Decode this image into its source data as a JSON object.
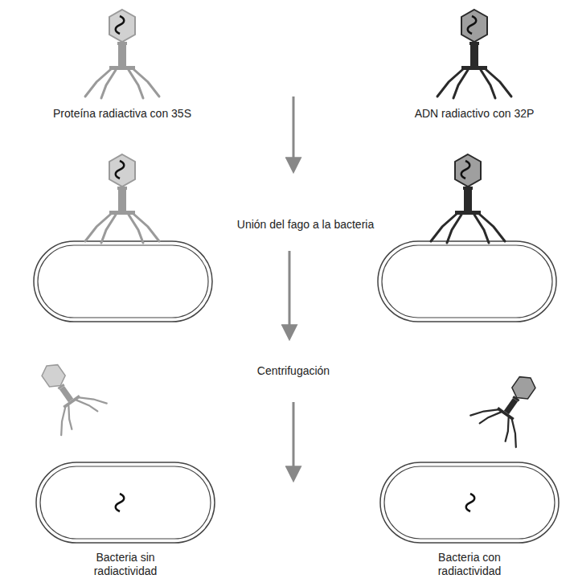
{
  "diagram": {
    "labels": [
      "Proteína radiactiva con 35S",
      "ADN radiactivo con 32P",
      "Unión del fago a la bacteria",
      "Centrifugación",
      "Bacteria sin radiactividad",
      "Bacteria con radiactividad"
    ]
  }
}
